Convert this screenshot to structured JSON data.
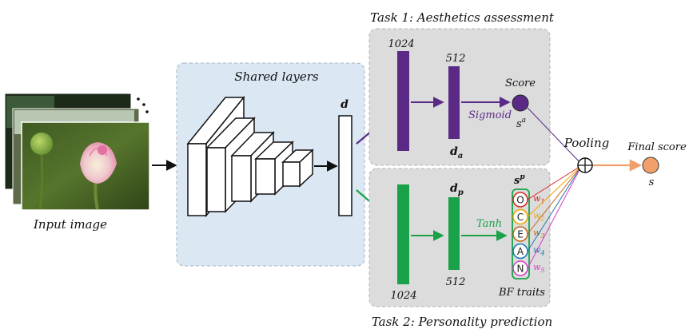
{
  "input": {
    "label": "Input image",
    "dots": ". . ."
  },
  "shared": {
    "label": "Shared layers",
    "feature_label": "d"
  },
  "task1": {
    "title": "Task 1: Aesthetics assessment",
    "layer1_size": "1024",
    "layer2_size": "512",
    "feature_main": "d",
    "feature_sub": "a",
    "activation": "Sigmoid",
    "score_label": "Score",
    "score_main": "s",
    "score_sup": "a",
    "color": "#5b2a86"
  },
  "task2": {
    "title": "Task 2: Personality prediction",
    "layer1_size": "1024",
    "layer2_size": "512",
    "feature_main": "d",
    "feature_sub": "p",
    "activation": "Tanh",
    "vector_main": "s",
    "vector_sup": "p",
    "traits_label": "BF traits",
    "color": "#1aa24a",
    "traits": [
      {
        "letter": "O",
        "color": "#d62728",
        "weight": "w",
        "weight_sub": "1"
      },
      {
        "letter": "C",
        "color": "#f0a500",
        "weight": "w",
        "weight_sub": "2"
      },
      {
        "letter": "E",
        "color": "#c0651a",
        "weight": "w",
        "weight_sub": "3"
      },
      {
        "letter": "A",
        "color": "#1f77b4",
        "weight": "w",
        "weight_sub": "4"
      },
      {
        "letter": "N",
        "color": "#d63fc8",
        "weight": "w",
        "weight_sub": "5"
      }
    ]
  },
  "pooling": {
    "label": "Pooling"
  },
  "final": {
    "label": "Final score",
    "symbol": "s",
    "color": "#f2a06b"
  }
}
